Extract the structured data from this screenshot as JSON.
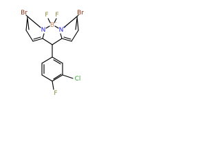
{
  "atoms": {
    "br_left": "Br",
    "br_right": "Br",
    "f_left": "F",
    "f_right": "F",
    "n_left": "N",
    "n_right": "N",
    "b_center": "B",
    "cl": "Cl",
    "f_ring": "F"
  },
  "charges": {
    "boron": "−",
    "nitrogen": "+"
  },
  "colors": {
    "bond": "#000000",
    "bromine": "#8b2f0e",
    "fluorine": "#8a8a3a",
    "nitrogen": "#1f1fd0",
    "boron": "#c48a62",
    "chlorine": "#2ea52e",
    "background": "#ffffff"
  }
}
